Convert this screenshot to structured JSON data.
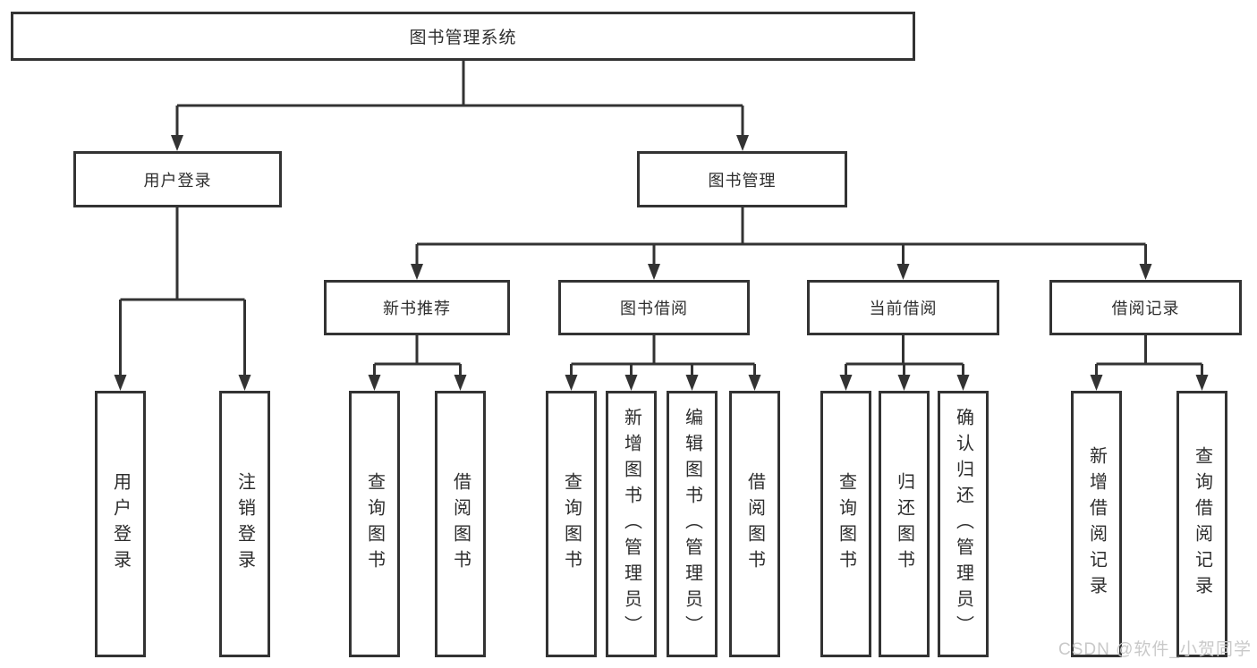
{
  "title": "图书管理系统",
  "colors": {
    "line": "#333333",
    "box_border": "#333333",
    "box_background": "#ffffff",
    "text": "#2d2d2d",
    "watermark": "#c9c9c9"
  },
  "nodes": {
    "root": "图书管理系统",
    "user_login": "用户登录",
    "book_mgmt": "图书管理",
    "new_book_rec": "新书推荐",
    "book_borrow": "图书借阅",
    "current_borrow": "当前借阅",
    "borrow_record": "借阅记录",
    "leaf_user_login": "用户登录",
    "leaf_logout": "注销登录",
    "leaf_query_book_a": "查询图书",
    "leaf_borrow_book_a": "借阅图书",
    "leaf_query_book_b": "查询图书",
    "leaf_add_book": "新增图书（管理员）",
    "leaf_edit_book": "编辑图书（管理员）",
    "leaf_borrow_book_b": "借阅图书",
    "leaf_query_book_c": "查询图书",
    "leaf_return_book": "归还图书",
    "leaf_confirm_return": "确认归还（管理员）",
    "leaf_add_record": "新增借阅记录",
    "leaf_query_record": "查询借阅记录"
  },
  "watermark": "CSDN @软件_小贺同学"
}
